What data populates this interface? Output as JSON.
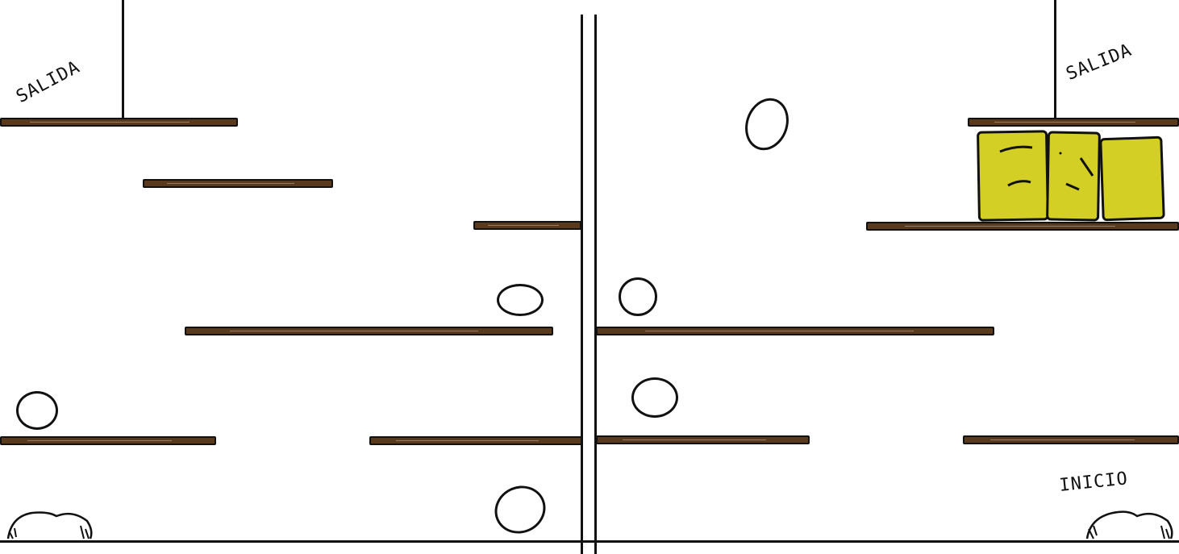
{
  "labels": {
    "exit_left": "SALIDA",
    "exit_right": "SALIDA",
    "start": "INICIO"
  },
  "colors": {
    "platform": "#5a3a1c",
    "block": "#d4cf24",
    "line": "#111111"
  },
  "icons": [
    "coin-icon",
    "player-sprite-icon",
    "crate-icon"
  ]
}
